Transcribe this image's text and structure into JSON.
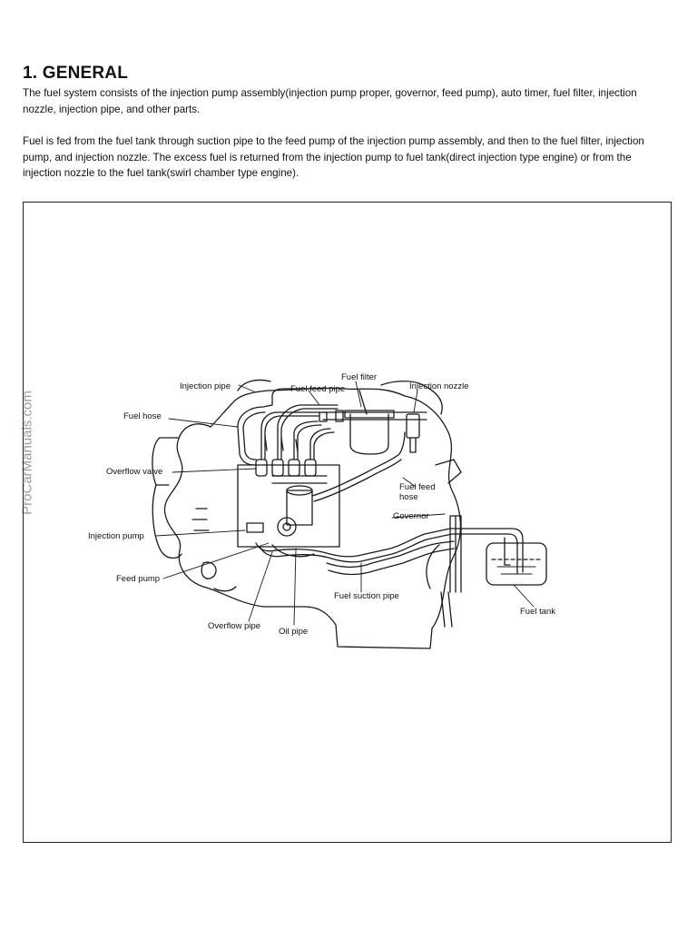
{
  "section": {
    "heading": "1. GENERAL",
    "paragraphs": [
      "The fuel system consists of the injection pump assembly(injection pump proper, governor, feed pump), auto timer, fuel filter, injection nozzle, injection pipe, and other parts.",
      "Fuel is fed from the fuel tank through suction pipe to the feed pump of the injection pump assembly, and then to the fuel filter, injection pump, and injection nozzle. The excess fuel is returned from the injection pump to fuel tank(direct injection type engine) or from the injection nozzle to the fuel tank(swirl chamber type engine)."
    ]
  },
  "watermark": "ProCarManuals.com",
  "diagram": {
    "labels": {
      "fuel_filter": "Fuel filter",
      "injection_pipe": "Injection pipe",
      "fuel_feed_pipe": "Fuel feed pipe",
      "injection_nozzle": "Injection nozzle",
      "fuel_hose": "Fuel hose",
      "overflow_valve": "Overflow valve",
      "fuel_feed_hose_1": "Fuel feed",
      "fuel_feed_hose_2": "hose",
      "governor": "Governor",
      "injection_pump": "Injection pump",
      "feed_pump": "Feed pump",
      "fuel_suction_pipe": "Fuel suction pipe",
      "fuel_tank": "Fuel tank",
      "overflow_pipe": "Overflow pipe",
      "oil_pipe": "Oil pipe"
    }
  }
}
